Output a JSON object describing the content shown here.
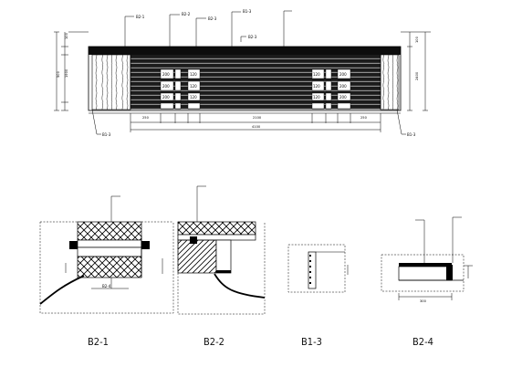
{
  "elevation": {
    "callouts": [
      "B2-1",
      "B2-2",
      "B2-3",
      "B1-3"
    ],
    "bottom_callout_left": "B1-3",
    "bottom_callout_right": "B1-3",
    "top_note": "B2-3",
    "dims_bottom": [
      "250",
      "2100",
      "250"
    ],
    "dims_total": "4100",
    "dims_left": [
      "100",
      "1900",
      "500"
    ],
    "dims_right": [
      "100",
      "2400"
    ]
  },
  "details": {
    "captions": [
      "B2-1",
      "B2-2",
      "B1-3",
      "B2-4"
    ],
    "inner_label": "B2-4",
    "dim_label": "300"
  }
}
